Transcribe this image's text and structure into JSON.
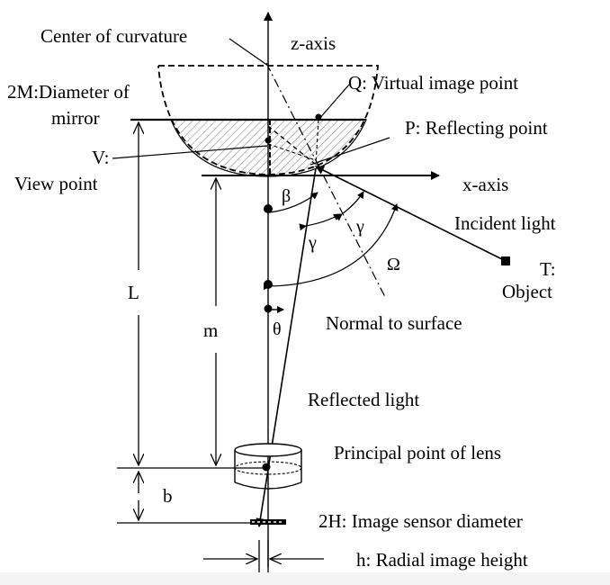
{
  "labels": {
    "center_of_curvature": "Center of curvature",
    "z_axis": "z-axis",
    "virtual_image_point": "Q: Virtual image point",
    "diameter_of_mirror_line1": "2M:Diameter of",
    "diameter_of_mirror_line2": "mirror",
    "reflecting_point": "P: Reflecting point",
    "view_point_line1": "V:",
    "view_point_line2": "View point",
    "x_axis": "x-axis",
    "incident_light": "Incident light",
    "object_line1": "T:",
    "object_line2": "Object",
    "normal_to_surface": "Normal to surface",
    "reflected_light": "Reflected light",
    "principal_point_of_lens": "Principal point of lens",
    "image_sensor_diameter": "2H: Image sensor diameter",
    "radial_image_height": "h: Radial image height",
    "dim_L": "L",
    "dim_m": "m",
    "dim_b": "b",
    "angle_beta": "β",
    "angle_gamma_left": "γ",
    "angle_gamma_right": "γ",
    "angle_omega": "Ω",
    "angle_theta": "θ"
  },
  "colors": {
    "ink": "#000000",
    "background": "#ffffff",
    "mirror_hatch": "#8a8a8a"
  }
}
